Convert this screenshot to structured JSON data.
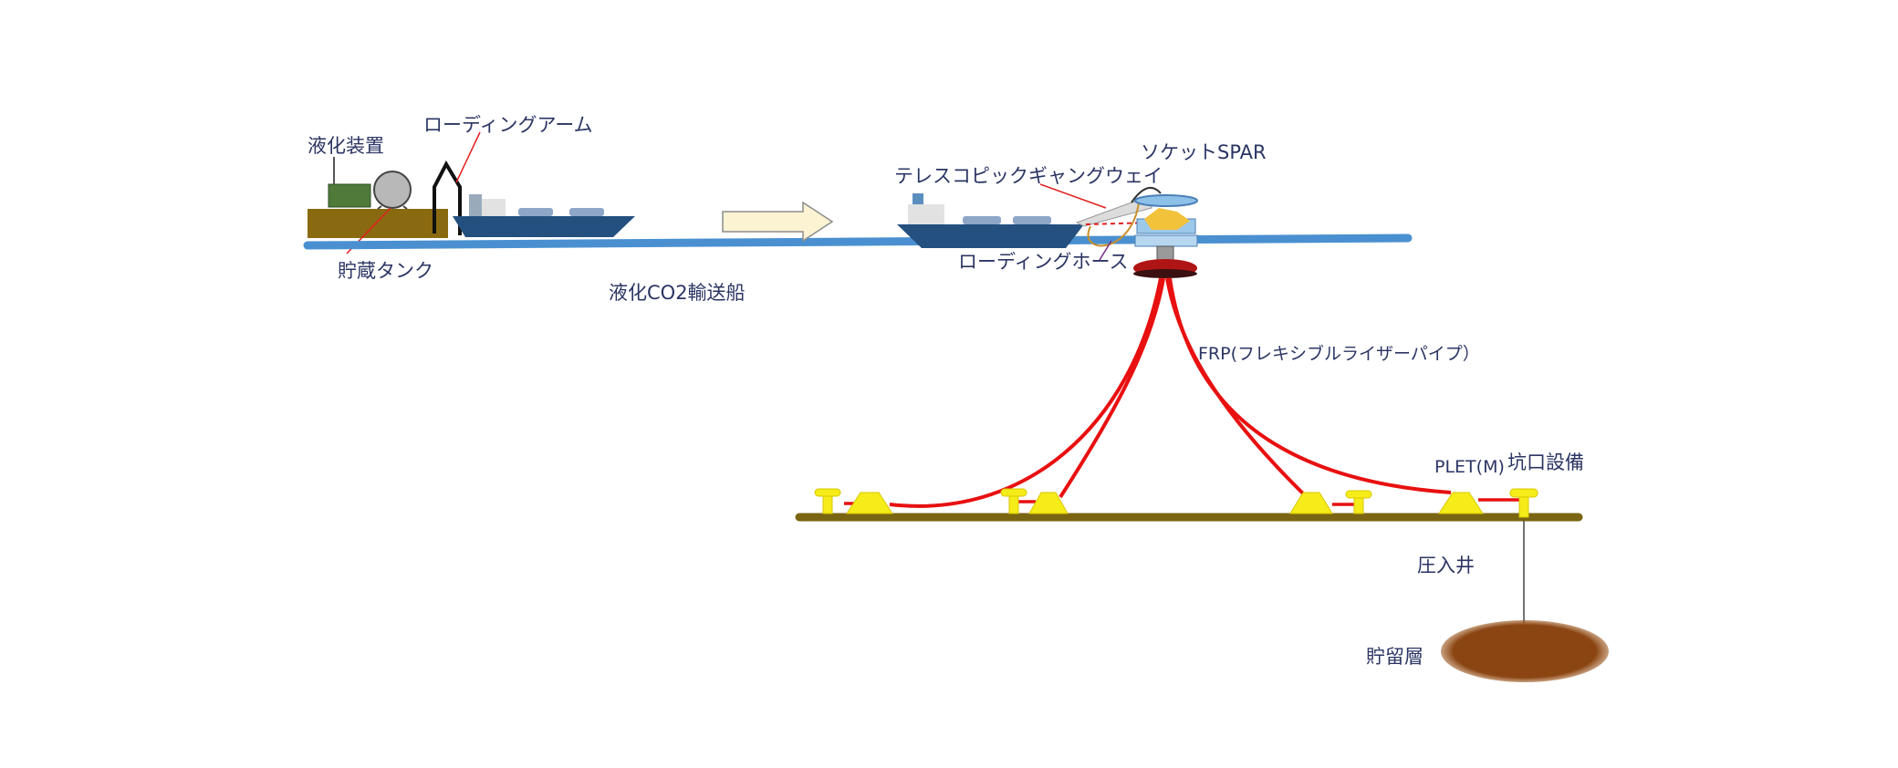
{
  "labels": {
    "liquefaction_unit": "液化装置",
    "loading_arm": "ローディングアーム",
    "storage_tank": "貯蔵タンク",
    "co2_carrier": "液化CO2輸送船",
    "telescopic_gangway": "テレスコピックギャングウェイ",
    "socket_spar": "ソケットSPAR",
    "loading_hose": "ローディングホース",
    "frp_riser": "FRP(フレキシブルライザーパイプ）",
    "plet": "PLET(M)",
    "wellhead": "坑口設備",
    "injection_well": "圧入井",
    "reservoir": "貯留層"
  },
  "colors": {
    "sea": "#4a90d0",
    "land": "#8a6a10",
    "seabed": "#7a6512",
    "riser": "#e81010",
    "equipment": "#f5ec1a",
    "reservoir": "#8b4513",
    "hull": "#23507f",
    "text": "#2b3563"
  }
}
